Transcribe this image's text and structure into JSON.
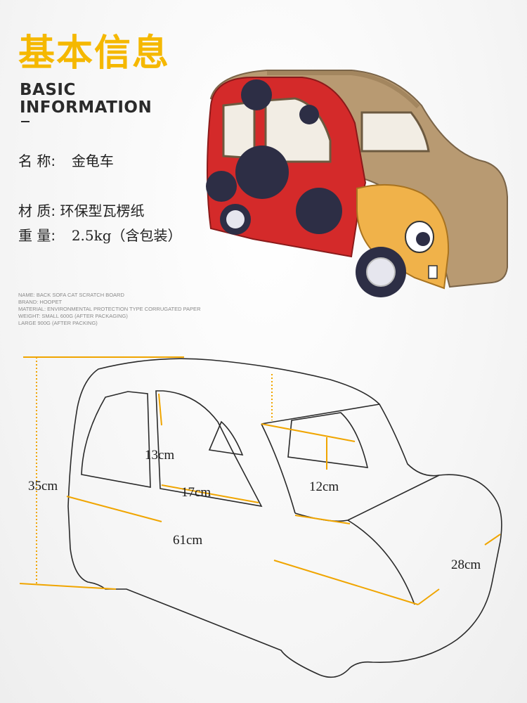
{
  "header": {
    "title_cn": "基本信息",
    "title_en_line1": "BASIC",
    "title_en_line2": "INFORMATION"
  },
  "info": {
    "name_label": "名  称:",
    "name_value": "金龟车",
    "material_label": "材  质:",
    "material_value": "环保型瓦楞纸",
    "weight_label": "重  量:",
    "weight_value": "2.5kg（含包装）"
  },
  "specs_en": [
    "NAME: BACK SOFA CAT SCRATCH BOARD",
    "BRAND: HOOPET",
    "MATERIAL: ENVIRONMENTAL PROTECTION TYPE CORRUGATED PAPER",
    "WEIGHT: SMALL 600G (AFTER PACKAGING)",
    "LARGE 900G (AFTER PACKING)"
  ],
  "dimensions": {
    "height": "35cm",
    "window_height": "13cm",
    "window_width": "17cm",
    "rear_window_height": "12cm",
    "length": "61cm",
    "width": "28cm"
  },
  "colors": {
    "accent": "#f5b800",
    "car_red": "#d42a2a",
    "car_yellow": "#f0b24a",
    "cardboard": "#b89a72",
    "spot": "#2d2e45",
    "dimension_line": "#f0a500"
  }
}
